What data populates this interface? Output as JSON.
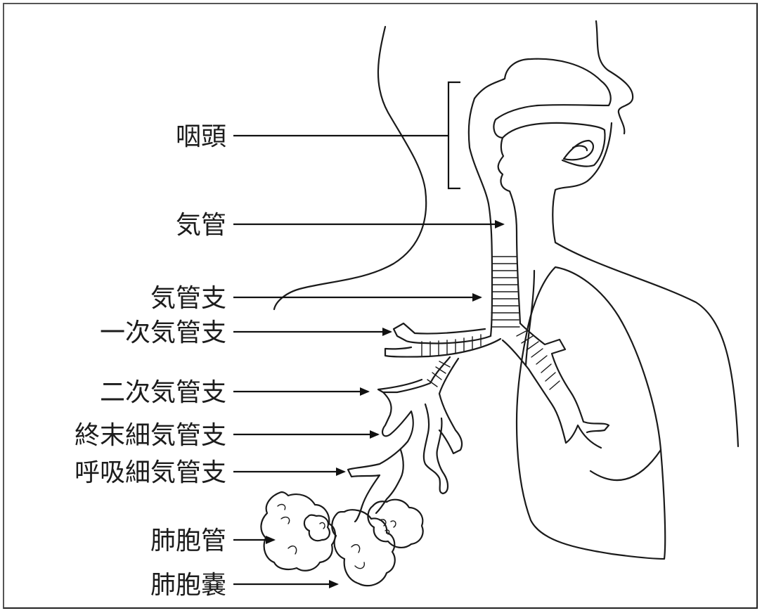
{
  "labels": {
    "pharynx": "咽頭",
    "trachea": "気管",
    "bronchus": "気管支",
    "primary_bronchus": "一次気管支",
    "secondary_bronchus": "二次気管支",
    "terminal_bronchiole": "終末細気管支",
    "respiratory_bronchiole": "呼吸細気管支",
    "alveolar_duct": "肺胞管",
    "alveolar_sac": "肺胞嚢"
  },
  "colors": {
    "line": "#1a1a1a",
    "background": "#ffffff"
  }
}
